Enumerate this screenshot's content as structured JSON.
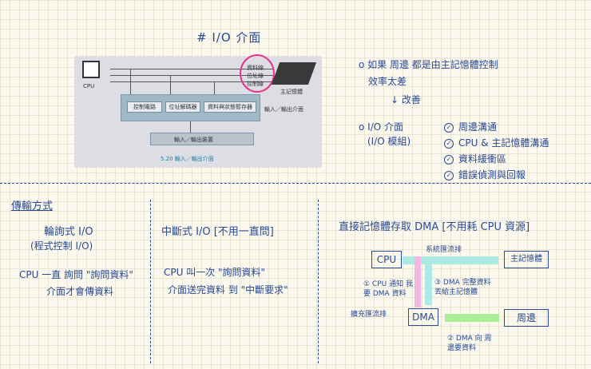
{
  "title": "# I/O 介面",
  "photo": {
    "cpu_label": "CPU",
    "memory_labels": [
      "資料線",
      "位址線",
      "控制線"
    ],
    "memory_name": "主記憶體",
    "modules": [
      "控制電路",
      "位址解碼器",
      "資料與狀態暫存器"
    ],
    "interface_label": "輸入／輸出介面",
    "device_label": "輸入／輸出裝置",
    "caption": "5.20 輸入／輸出介面"
  },
  "notes": {
    "line1": "如果 周邊 都是由主記憶體控制",
    "line2": "效率太差",
    "arrow_line": "↓ 改善",
    "io_title": "I/O 介面",
    "io_sub": "(I/O 模組)",
    "features": [
      "周邊溝通",
      "CPU & 主記憶體溝通",
      "資料緩衝區",
      "錯誤偵測與回報"
    ]
  },
  "section": {
    "heading": "傳輸方式",
    "polling": {
      "title": "輪詢式 I/O",
      "subtitle": "(程式控制 I/O)",
      "line1": "CPU 一直 詢問 \"詢問資料\"",
      "line2": "介面才會傳資料"
    },
    "interrupt": {
      "title": "中斷式 I/O [不用一直問]",
      "line1": "CPU 叫一次 \"詢問資料\"",
      "line2": "介面送完資料 到 \"中斷要求\""
    },
    "dma": {
      "title": "直接記憶體存取 DMA [不用耗 CPU 資源]",
      "cpu": "CPU",
      "memory": "主記憶體",
      "dma": "DMA",
      "peripheral": "周邊",
      "system_bus": "系統匯流排",
      "expansion_bus": "擴充匯流排",
      "step1": "① CPU 通知 我要 DMA 資料",
      "step2": "② DMA 向 周邊要資料",
      "step3": "③ DMA 完整資料 丟給主記憶體"
    }
  }
}
